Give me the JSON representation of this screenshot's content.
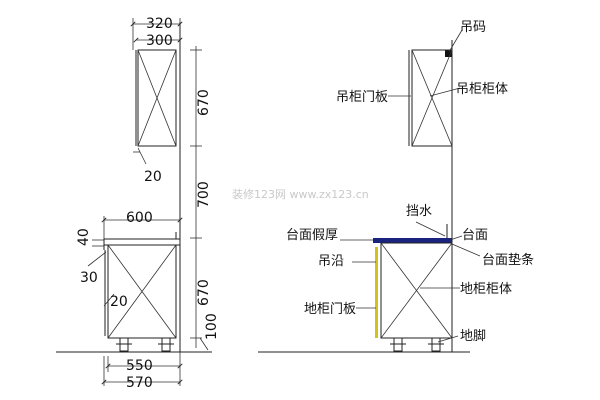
{
  "dimensions": {
    "upper_outer_width": "320",
    "upper_inner_width": "300",
    "upper_height": "670",
    "upper_offset": "20",
    "gap_height": "700",
    "counter_depth": "600",
    "counter_thickness": "40",
    "edge_depth": "30",
    "door_offset": "20",
    "base_height": "670",
    "toe_kick": "100",
    "base_depth": "550",
    "total_depth": "570"
  },
  "labels": {
    "hanger": "吊码",
    "upper_door": "吊柜门板",
    "upper_body": "吊柜柜体",
    "backsplash": "挡水",
    "fake_thickness": "台面假厚",
    "countertop": "台面",
    "hanging_edge": "吊沿",
    "counter_strip": "台面垫条",
    "base_door": "地柜门板",
    "base_body": "地柜柜体",
    "leg": "地脚"
  },
  "watermark": "装修123网 www.zx123.cn",
  "colors": {
    "countertop": "#1a237e",
    "door_panel": "#d4c21a",
    "line": "#222222"
  }
}
